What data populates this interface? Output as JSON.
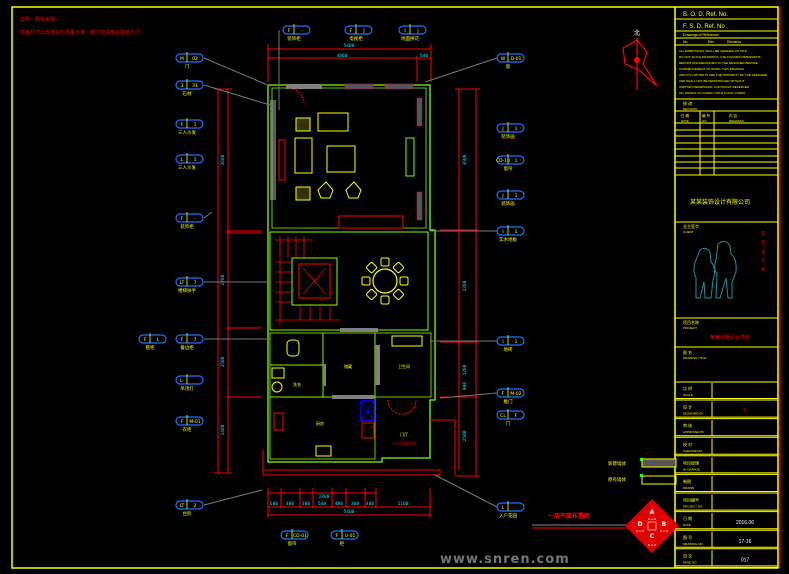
{
  "notes": {
    "title": "说明：图纸说明",
    "text": "所有尺寸以现场实际测量为准，施工前请核对图纸尺寸。"
  },
  "drawing": {
    "title": "一层平面布置图",
    "north_label": "北"
  },
  "dimensions": {
    "top_total": "5400",
    "top_inner": "4860",
    "top_right": "540",
    "left": [
      "3600",
      "2700",
      "1500",
      "2400"
    ],
    "right": [
      "3600",
      "2200",
      "1200",
      "900",
      "2500"
    ],
    "bottom_parts": [
      "600",
      "480",
      "300",
      "540",
      "480",
      "360",
      "400",
      "1100"
    ],
    "bottom_sub": "2780",
    "bottom_total": "5400"
  },
  "rooms": {
    "bath": "卫生间",
    "storage": "储藏",
    "laundry": "洗衣",
    "kitchen": "厨房",
    "entry": "门厅",
    "entry_note": "入户花园台阶"
  },
  "callouts": {
    "left": [
      {
        "code": "M",
        "num": "02",
        "label": "门"
      },
      {
        "code": "3",
        "num": "31",
        "label": "石材"
      },
      {
        "code": "F",
        "num": "1",
        "label": "三人沙发"
      },
      {
        "code": "L",
        "num": "1",
        "label": "三人沙发"
      },
      {
        "code": "F",
        "num": "-",
        "label": "装饰柜"
      },
      {
        "code": "LT",
        "num": "7",
        "label": "楼梯扶手"
      },
      {
        "code": "F",
        "num": "7",
        "label": "餐边柜"
      },
      {
        "code": "L-",
        "num": "",
        "label": "吊顶灯"
      },
      {
        "code": "F",
        "num": "M-01",
        "label": "衣柜"
      },
      {
        "code": "LT",
        "num": "2",
        "label": "台阶"
      }
    ],
    "left_extra": {
      "code": "F",
      "num": "L",
      "label": "鞋柜"
    },
    "right": [
      {
        "code": "W",
        "num": "D-01",
        "label": "窗"
      },
      {
        "code": "J",
        "num": "1",
        "label": "装饰画"
      },
      {
        "code": "CD-10",
        "num": "1",
        "label": "窗帘"
      },
      {
        "code": "J",
        "num": "1",
        "label": "装饰画"
      },
      {
        "code": "I",
        "num": "1",
        "label": "实木地板"
      },
      {
        "code": "I",
        "num": "1",
        "label": "地砖"
      },
      {
        "code": "F",
        "num": "M-02",
        "label": "推门"
      },
      {
        "code": "CL",
        "num": "F",
        "label": "门"
      },
      {
        "code": "L",
        "num": "",
        "label": "入户花园"
      }
    ],
    "top": [
      {
        "code": "F",
        "num": "-",
        "label": "装饰柜"
      },
      {
        "code": "F",
        "num": "J",
        "label": "电视柜"
      },
      {
        "code": "I",
        "num": "J",
        "label": "地面拼花"
      }
    ],
    "bottom": [
      {
        "code": "F",
        "num": "CD-01",
        "label": "窗帘"
      },
      {
        "code": "F",
        "num": "U-01",
        "label": "柜"
      }
    ]
  },
  "legend": [
    {
      "label": "新建墙体",
      "pattern": "hatched"
    },
    {
      "label": "原有墙体",
      "pattern": "empty"
    }
  ],
  "index_symbol": {
    "letters": [
      "A",
      "B",
      "C",
      "D"
    ],
    "sheet": "D-C-P"
  },
  "title_block": {
    "bod_ref": "B. O. D. Ref. No.",
    "fsd_ref": "F. S. D. Ref. No",
    "drawing_reference": "Drawings of Reference",
    "cols": [
      "No.",
      "Rev",
      "Remarks"
    ],
    "notes": [
      "ALL DIMENSIONS SHALL BE VERIFIED ON SITE",
      "DO NOT SCALE DRAWINGS. USE FIGURED DIMENSIONS",
      "REPORT DISCREPANCIES TO THE DESIGNER BEFORE",
      "COMMENCEMENT OF WORK. THIS DRAWING",
      "AND ITS CONTENTS ARE THE PROPERTY OF THE DESIGNER",
      "AND SHALL NOT BE REPRODUCED WITHOUT",
      "WRITTEN PERMISSION. COPYRIGHT RESERVED",
      "ALL WORKS TO COMPLY WITH LOCAL CODES"
    ],
    "revision_label": "修 改",
    "revision_en": "REVISION",
    "rev_cols": [
      "日 期",
      "编 号",
      "内 容"
    ],
    "rev_cols_en": [
      "DATE",
      "NO.",
      "REMARKS"
    ],
    "company": "某某装饰设计有限公司",
    "client_label": "业主签字",
    "client_en": "CLIENT",
    "project_label": "项目名称",
    "project_en": "PROJECT",
    "project_name": "某某别墅设计项目",
    "vertical_text": [
      "室",
      "内",
      "设",
      "计",
      "师"
    ],
    "drawing_title_label": "图 名",
    "drawing_title_en": "DRAWING TITLE",
    "rows": [
      {
        "label": "比 例",
        "en": "SCALE",
        "value": ""
      },
      {
        "label": "设 计",
        "en": "DESIGNED BY",
        "value": "P"
      },
      {
        "label": "审 核",
        "en": "APPROVED BY",
        "value": ""
      },
      {
        "label": "校 对",
        "en": "CHECKED BY",
        "value": ""
      },
      {
        "label": "项目经理",
        "en": "IN-CHARGE",
        "value": ""
      },
      {
        "label": "制图",
        "en": "DRAWN",
        "value": ""
      },
      {
        "label": "项目编号",
        "en": "PROJECT NO.",
        "value": ""
      },
      {
        "label": "日 期",
        "en": "DATE",
        "value": "2016.06"
      },
      {
        "label": "图 号",
        "en": "DRAWING NO.",
        "value": "17-16"
      },
      {
        "label": "页 次",
        "en": "PAGE NO.",
        "value": "017"
      }
    ]
  },
  "watermark": "www.snren.com",
  "colors": {
    "frame": "#ffff00",
    "wall": "#80ff00",
    "red": "#ff0000",
    "callout": "#1e6fff",
    "dim_text": "#00e5ff"
  }
}
